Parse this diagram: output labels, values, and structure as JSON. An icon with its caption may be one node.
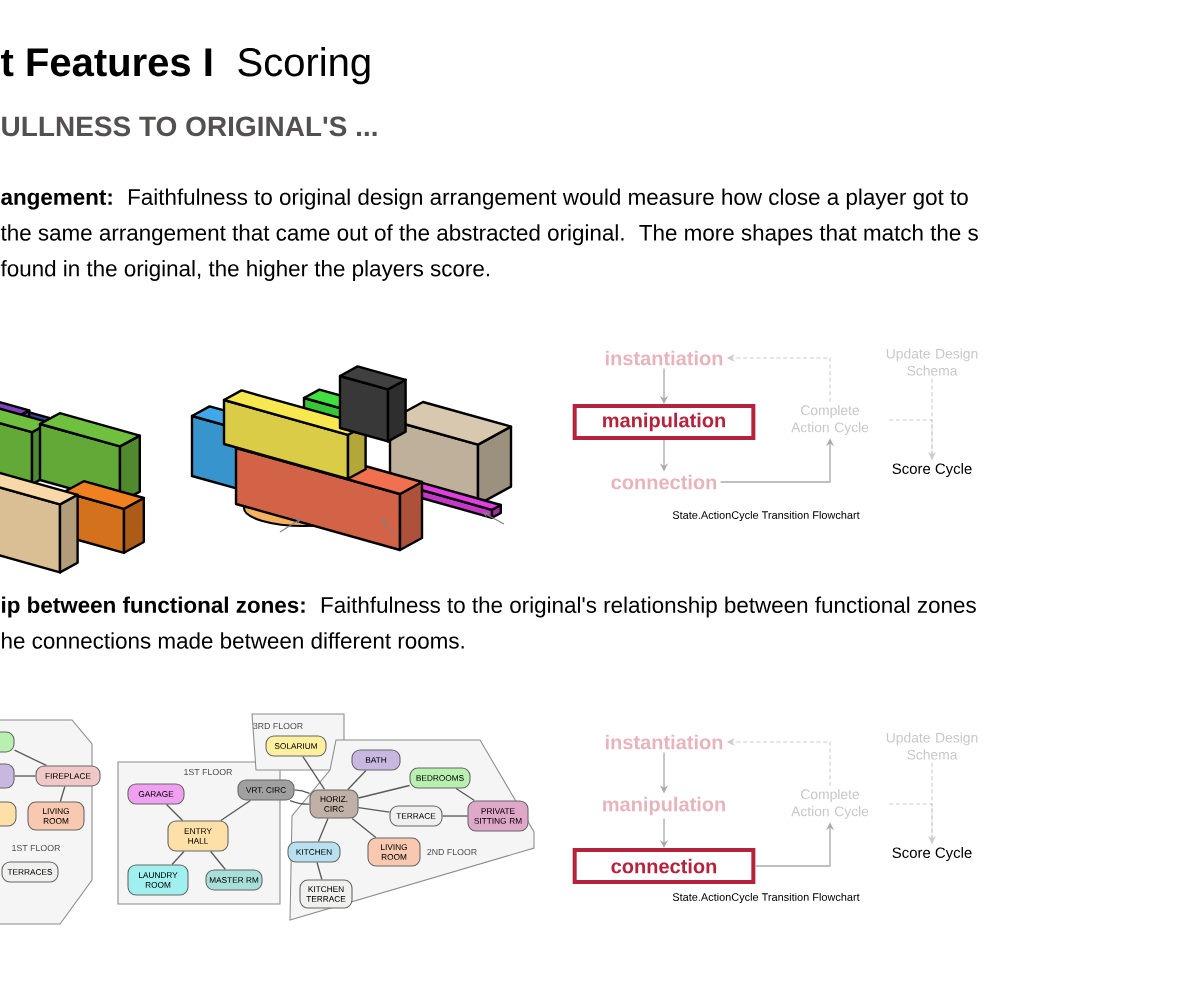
{
  "diagram": {
    "nodes": [
      {
        "text": [
          "instantiation"
        ]
      },
      {
        "text": [
          "manipulation"
        ]
      },
      {
        "text": [
          "connection"
        ]
      },
      {
        "text": [
          "Complete Action Cycle"
        ]
      },
      {
        "text": [
          "Update Design Schema"
        ]
      },
      {
        "text": [
          "Score Cycle"
        ]
      },
      {
        "text": [
          "1ST FLOOR"
        ]
      },
      {
        "text": [],
        "shape": "box",
        "in": 6
      },
      {
        "text": [],
        "shape": "box",
        "in": 6
      },
      {
        "text": [
          "FIREPLACE"
        ],
        "in": 6
      },
      {
        "text": [],
        "shape": "box",
        "in": 6
      },
      {
        "text": [
          "LIVING ROOM"
        ],
        "in": 6
      },
      {
        "text": [
          "TERRACES"
        ],
        "in": 6
      },
      {
        "text": [
          "1ST FLOOR"
        ]
      },
      {
        "text": [
          "GARAGE"
        ],
        "in": 13
      },
      {
        "text": [
          "ENTRY HALL"
        ],
        "in": 13
      },
      {
        "text": [
          "LAUNDRY ROOM"
        ],
        "in": 13
      },
      {
        "text": [
          "MASTER RM"
        ],
        "in": 13
      },
      {
        "text": [
          "3RD FLOOR"
        ]
      },
      {
        "text": [
          "SOLARIUM"
        ],
        "in": 18
      },
      {
        "text": [
          "VRT. CIRC"
        ]
      },
      {
        "text": [
          "2ND FLOOR"
        ]
      },
      {
        "text": [
          "BATH"
        ],
        "in": 21
      },
      {
        "text": [
          "BEDROOMS"
        ],
        "in": 21
      },
      {
        "text": [
          "HORIZ. CIRC"
        ],
        "in": 21
      },
      {
        "text": [
          "TERRACE"
        ],
        "in": 21
      },
      {
        "text": [
          "PRIVATE SITTING RM"
        ],
        "in": 21
      },
      {
        "text": [
          "KITCHEN"
        ],
        "in": 21
      },
      {
        "text": [
          "LIVING ROOM"
        ],
        "in": 21
      },
      {
        "text": [
          "KITCHEN TERRACE"
        ],
        "in": 21
      },
      {
        "text": [
          "instantiation"
        ]
      },
      {
        "text": [
          "manipulation"
        ]
      },
      {
        "text": [
          "connection"
        ]
      },
      {
        "text": [
          "Complete Action Cycle"
        ]
      },
      {
        "text": [
          "Update Design Schema"
        ]
      },
      {
        "text": [
          "Score Cycle"
        ]
      }
    ],
    "edges": [
      {
        "from": 0,
        "to": 1,
        "arrow": "to",
        "color": "#aaaaaa"
      },
      {
        "from": 1,
        "to": 2,
        "arrow": "to",
        "color": "#aaaaaa"
      },
      {
        "from": 2,
        "to": 3,
        "arrow": "to",
        "color": "#aaaaaa"
      },
      {
        "from": 3,
        "to": 0,
        "arrow": "to",
        "style": "dashed",
        "color": "#cccccc"
      },
      {
        "from": 3,
        "to": 5,
        "arrow": "none",
        "style": "dashed",
        "color": "#cccccc"
      },
      {
        "from": 4,
        "to": 5,
        "arrow": "to",
        "style": "dashed",
        "color": "#cccccc"
      },
      {
        "from": 7,
        "to": 9,
        "arrow": "none"
      },
      {
        "from": 8,
        "to": 9,
        "arrow": "none"
      },
      {
        "from": 9,
        "to": 11,
        "arrow": "none"
      },
      {
        "from": 14,
        "to": 15,
        "arrow": "none"
      },
      {
        "from": 15,
        "to": 16,
        "arrow": "none"
      },
      {
        "from": 15,
        "to": 17,
        "arrow": "none"
      },
      {
        "from": 15,
        "to": 20,
        "arrow": "none"
      },
      {
        "from": 20,
        "to": 24,
        "arrow": "none"
      },
      {
        "from": 20,
        "to": 24,
        "arrow": "none"
      },
      {
        "from": 19,
        "to": 24,
        "arrow": "none"
      },
      {
        "from": 22,
        "to": 24,
        "arrow": "none"
      },
      {
        "from": 23,
        "to": 24,
        "arrow": "none"
      },
      {
        "from": 23,
        "to": 26,
        "arrow": "none"
      },
      {
        "from": 24,
        "to": 25,
        "arrow": "none"
      },
      {
        "from": 25,
        "to": 26,
        "arrow": "none"
      },
      {
        "from": 24,
        "to": 27,
        "arrow": "none"
      },
      {
        "from": 24,
        "to": 28,
        "arrow": "none"
      },
      {
        "from": 27,
        "to": 29,
        "arrow": "none"
      },
      {
        "from": 30,
        "to": 31,
        "arrow": "to",
        "color": "#aaaaaa"
      },
      {
        "from": 31,
        "to": 32,
        "arrow": "to",
        "color": "#aaaaaa"
      },
      {
        "from": 32,
        "to": 33,
        "arrow": "to",
        "color": "#aaaaaa"
      },
      {
        "from": 33,
        "to": 30,
        "arrow": "to",
        "style": "dashed",
        "color": "#cccccc"
      },
      {
        "from": 33,
        "to": 35,
        "arrow": "none",
        "style": "dashed",
        "color": "#cccccc"
      },
      {
        "from": 34,
        "to": 35,
        "arrow": "to",
        "style": "dashed",
        "color": "#cccccc"
      }
    ],
    "labels": [
      "t Features I",
      "Scoring",
      "ULLNESS TO ORIGINAL'S ...",
      "**angement:** Faithfulness to original design arrangement would measure how close a player got to the same arrangement that came out of the abstracted original. The more shapes that match the s found in the original, the higher the players score.",
      "State.ActionCycle Transition Flowchart",
      "**ip between functional zones:** Faithfulness to the original's relationship between functional zones he connections made between different rooms.",
      "State.ActionCycle Transition Flowchart"
    ]
  }
}
